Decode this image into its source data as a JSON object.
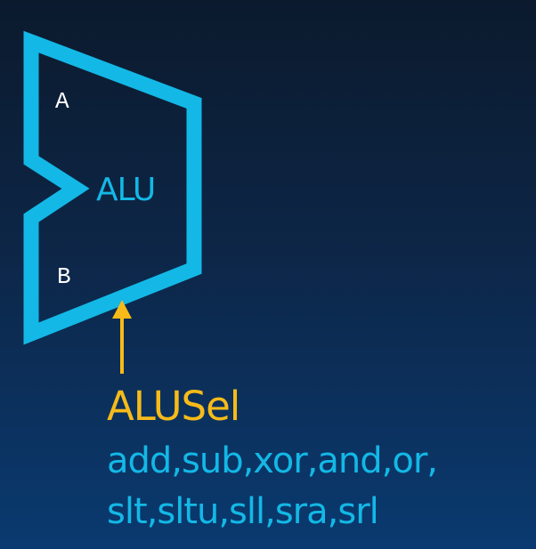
{
  "diagram": {
    "block": {
      "label": "ALU",
      "input_a_label": "A",
      "input_b_label": "B",
      "stroke_color": "#13b8e6"
    },
    "select_signal": {
      "label": "ALUSel",
      "color": "#f6bb19",
      "operations_line_1": "add,sub,xor,and,or,",
      "operations_line_2": "slt,sltu,sll,sra,srl"
    },
    "background": {
      "top_color": "#0b1a2d",
      "bottom_color": "#0a3a70"
    }
  }
}
